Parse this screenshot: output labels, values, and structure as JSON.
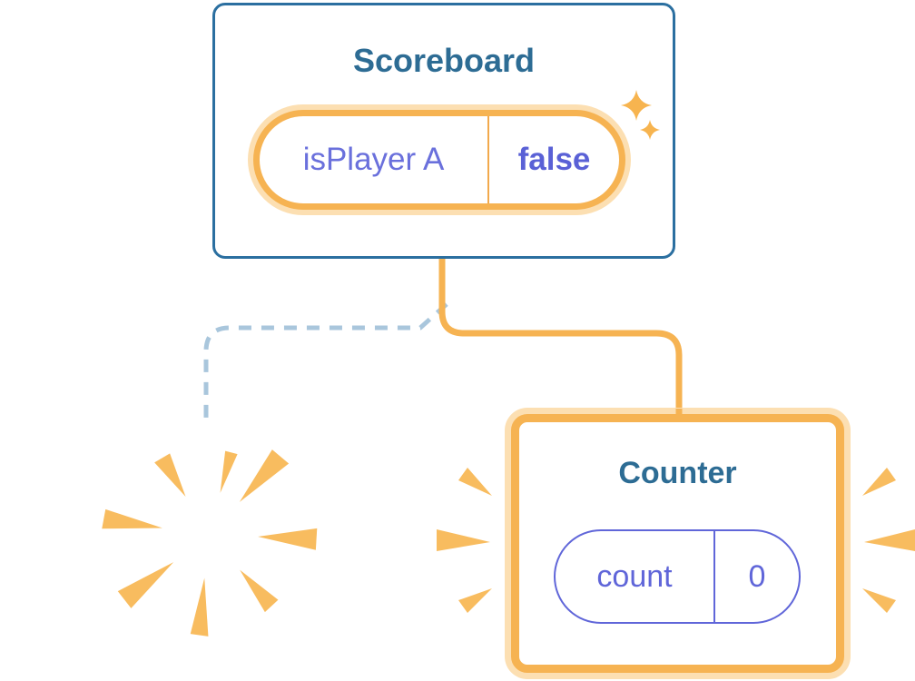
{
  "diagram": {
    "scoreboard": {
      "title": "Scoreboard",
      "state": {
        "label": "isPlayer A",
        "value": "false"
      }
    },
    "counter": {
      "title": "Counter",
      "state": {
        "label": "count",
        "value": "0"
      }
    }
  },
  "icons": {
    "sparkles": "sparkles-icon",
    "poof_burst": "poof-burst-icon",
    "emphasis_rays": "emphasis-rays-icon"
  },
  "colors": {
    "orange": "#F6B352",
    "orange_glow": "#FCDFB2",
    "orange_divider": "#F2A94C",
    "ray_orange": "#F8BC5F",
    "sparkle_orange": "#F7B44F",
    "title_blue": "#2D6C94",
    "card_border_blue": "#2B6FA0",
    "purple": "#6066D9",
    "purple_label": "#6A70DC",
    "purple_value": "#5A61D6",
    "dashed_line_blue": "#A9C6DC",
    "card_background": "#FFFFFF"
  }
}
